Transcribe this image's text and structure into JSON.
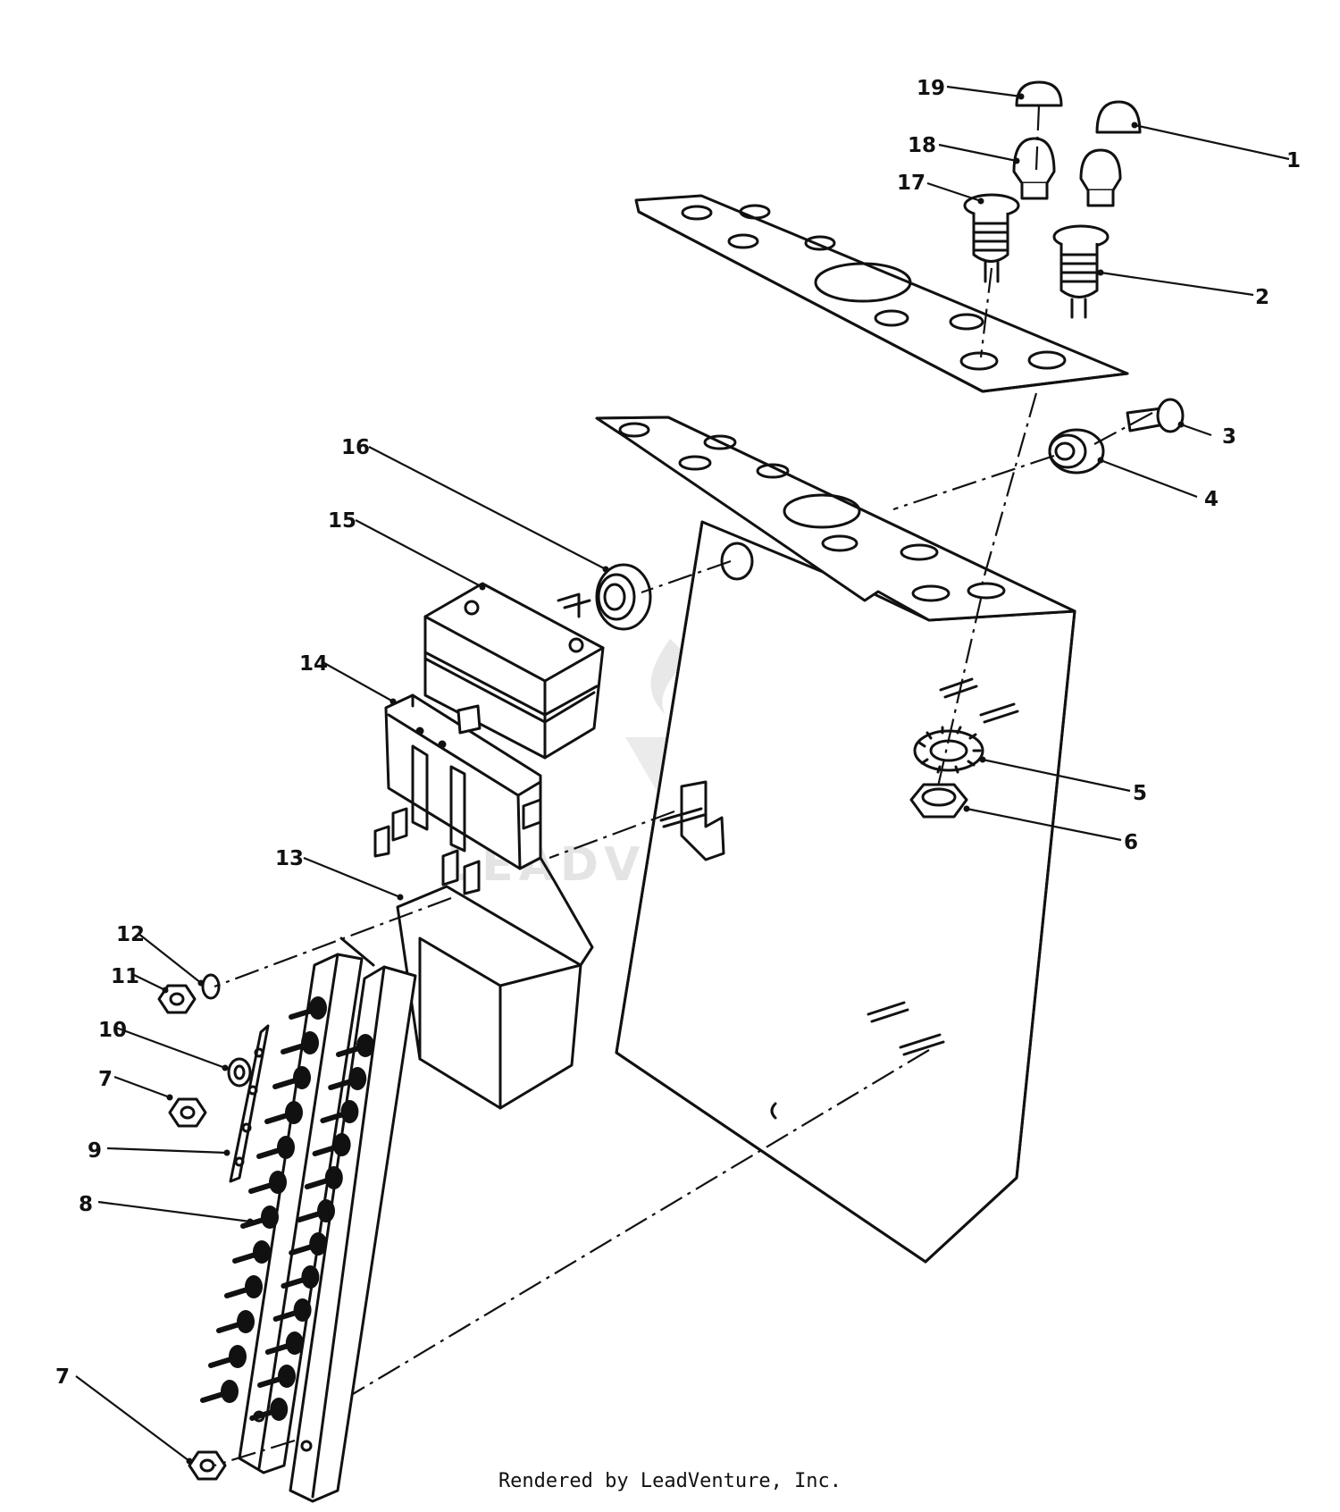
{
  "diagram": {
    "callouts": [
      {
        "id": "c1",
        "label": "1"
      },
      {
        "id": "c2",
        "label": "2"
      },
      {
        "id": "c3",
        "label": "3"
      },
      {
        "id": "c4",
        "label": "4"
      },
      {
        "id": "c5",
        "label": "5"
      },
      {
        "id": "c6",
        "label": "6"
      },
      {
        "id": "c7a",
        "label": "7"
      },
      {
        "id": "c7b",
        "label": "7"
      },
      {
        "id": "c8",
        "label": "8"
      },
      {
        "id": "c9",
        "label": "9"
      },
      {
        "id": "c10",
        "label": "10"
      },
      {
        "id": "c11",
        "label": "11"
      },
      {
        "id": "c12",
        "label": "12"
      },
      {
        "id": "c13",
        "label": "13"
      },
      {
        "id": "c14",
        "label": "14"
      },
      {
        "id": "c15",
        "label": "15"
      },
      {
        "id": "c16",
        "label": "16"
      },
      {
        "id": "c17",
        "label": "17"
      },
      {
        "id": "c18",
        "label": "18"
      },
      {
        "id": "c19",
        "label": "19"
      }
    ],
    "watermark": "LEADVENTURE"
  },
  "footer": {
    "text": "Rendered by LeadVenture, Inc."
  }
}
